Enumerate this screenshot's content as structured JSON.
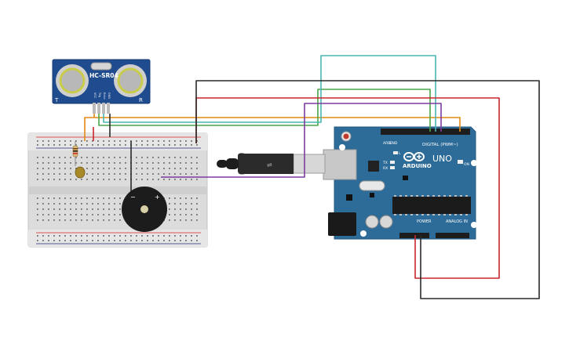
{
  "sensor": {
    "model": "HC-SR04",
    "pins": [
      "VCC",
      "Trig",
      "Echo",
      "GND"
    ],
    "left_mark": "T",
    "right_mark": "R"
  },
  "arduino": {
    "brand": "ARDUINO",
    "model": "UNO",
    "digital_label": "DIGITAL (PWM~)",
    "power_label": "POWER",
    "analog_label": "ANALOG IN",
    "on_label": "ON",
    "tx_label": "TX",
    "rx_label": "RX",
    "l_label": "L",
    "aref_label": "AREF",
    "gnd_label": "GND"
  },
  "buzzer": {
    "minus": "−",
    "plus": "+"
  },
  "colors": {
    "orange_wire": "#e38a14",
    "green_wire": "#4aa54a",
    "teal_wire": "#49b6b2",
    "purple_wire": "#7d3b9e",
    "red_wire": "#c8262d",
    "black_wire": "#2a2a2a",
    "board_blue": "#2d6c98",
    "sensor_blue": "#1f4b8f"
  }
}
